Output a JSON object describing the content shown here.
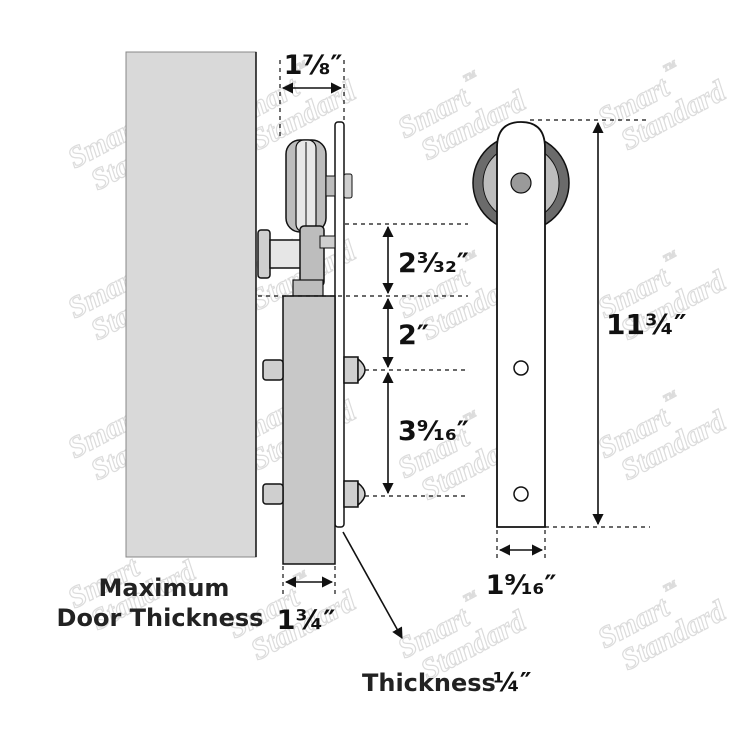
{
  "watermark": {
    "line1": "Smart",
    "line2": "Standard",
    "tm": "TM"
  },
  "labels": {
    "door_thickness_line1": "Maximum",
    "door_thickness_line2": "Door Thickness",
    "thickness_label": "Thickness"
  },
  "dimensions": {
    "top_width": "1⅞″",
    "wheel_to_door_top": "2³⁄₃₂″",
    "door_top_to_bolt1": "2″",
    "bolt_spacing": "3⁹⁄₁₆″",
    "door_thickness": "1¾″",
    "strap_height": "11¾″",
    "strap_width": "1⁹⁄₁₆″",
    "plate_thickness": "¼″"
  },
  "colors": {
    "wall": "#d9d9d9",
    "door": "#c8c8c8",
    "line": "#111111",
    "wheel_dark": "#6b6b6b",
    "wheel_light": "#bdbdbd"
  }
}
